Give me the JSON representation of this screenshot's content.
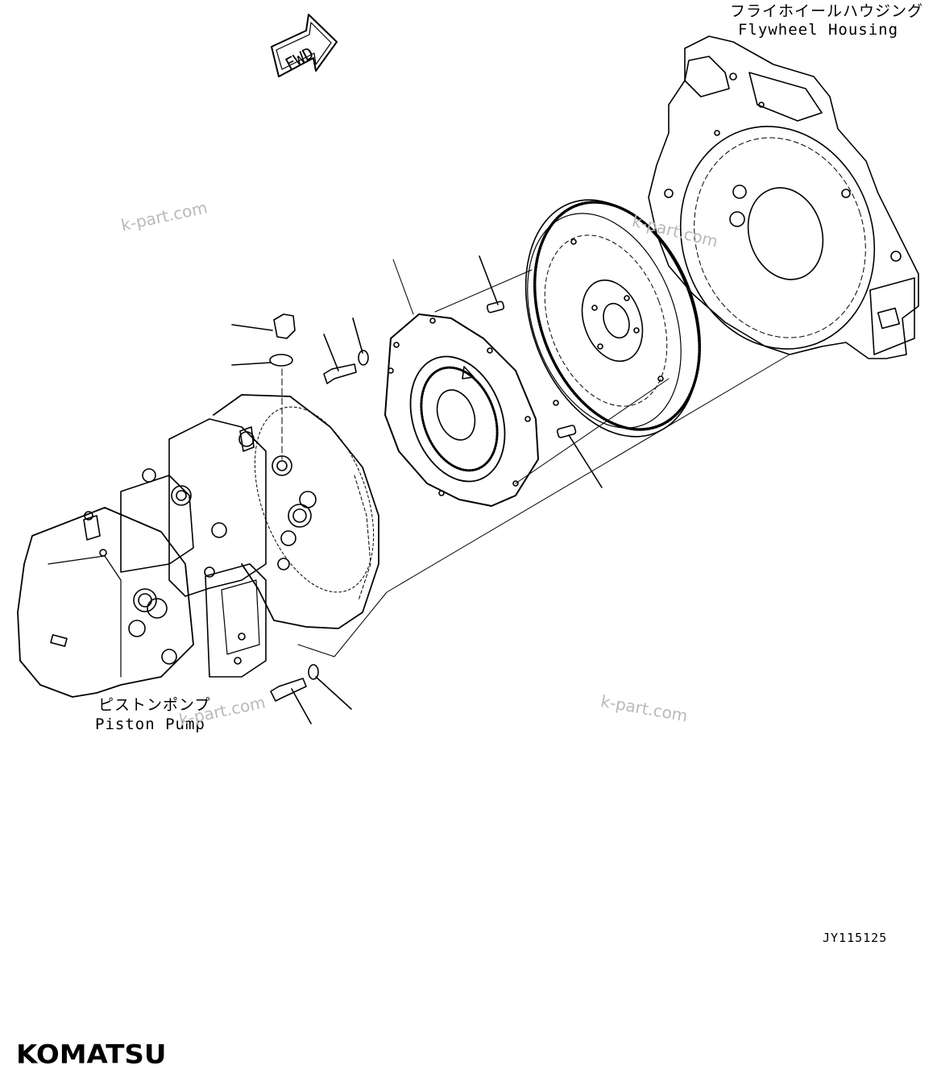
{
  "labels": {
    "flywheel_housing_jp": "フライホイールハウジング",
    "flywheel_housing_en": "Flywheel Housing",
    "piston_pump_jp": "ピストンポンプ",
    "piston_pump_en": "Piston Pump",
    "fwd_arrow": "FWD",
    "drawing_code": "JY115125"
  },
  "watermarks": [
    "k-part.com",
    "k-part.com",
    "k-part.com",
    "k-part.com"
  ],
  "brand": {
    "logo_text": "KOMATSU",
    "color": "#000000"
  }
}
